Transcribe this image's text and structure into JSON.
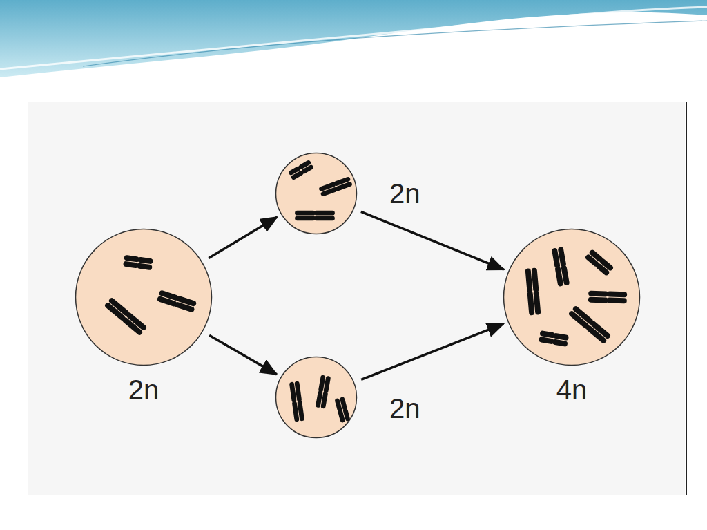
{
  "diagram": {
    "nodes": [
      {
        "text": [
          "2n"
        ]
      },
      {
        "text": [
          "2n"
        ]
      },
      {
        "text": [
          "2n"
        ]
      },
      {
        "text": [
          "4n"
        ]
      }
    ],
    "edges": [
      {
        "from": 0,
        "to": 1,
        "arrow": "to"
      },
      {
        "from": 0,
        "to": 2,
        "arrow": "to"
      },
      {
        "from": 1,
        "to": 3,
        "arrow": "to"
      },
      {
        "from": 2,
        "to": 3,
        "arrow": "to"
      }
    ]
  }
}
